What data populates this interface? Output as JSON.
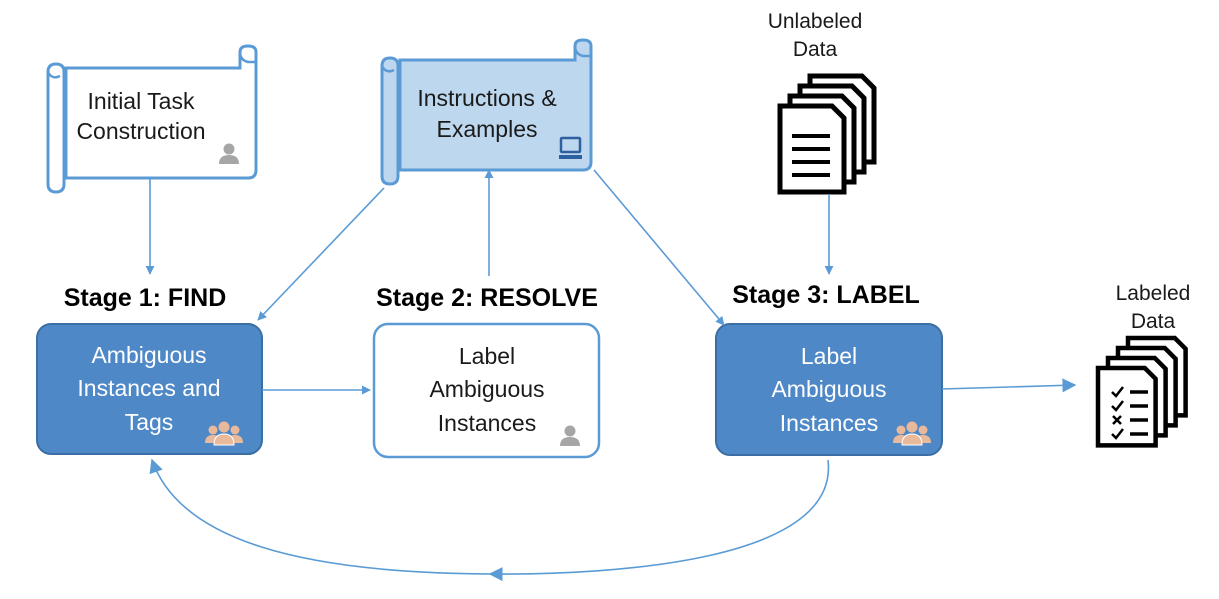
{
  "scroll_initial": {
    "line1": "Initial Task",
    "line2": "Construction"
  },
  "scroll_instructions": {
    "line1": "Instructions &",
    "line2": "Examples"
  },
  "unlabeled": {
    "line1": "Unlabeled",
    "line2": "Data"
  },
  "labeled": {
    "line1": "Labeled",
    "line2": "Data"
  },
  "stage1": {
    "title": "Stage 1: FIND",
    "line1": "Ambiguous",
    "line2": "Instances and",
    "line3": "Tags"
  },
  "stage2": {
    "title": "Stage 2: RESOLVE",
    "line1": "Label",
    "line2": "Ambiguous",
    "line3": "Instances"
  },
  "stage3": {
    "title": "Stage 3: LABEL",
    "line1": "Label",
    "line2": "Ambiguous",
    "line3": "Instances"
  },
  "colors": {
    "accent": "#5b9bd5",
    "box_fill": "#4e88c7",
    "scroll_fill": "#bdd7ee",
    "people": "#e8b99a",
    "person_gray": "#a6a6a6"
  },
  "icons": [
    "person-icon",
    "computer-icon",
    "people-group-icon",
    "document-stack-icon",
    "checklist-stack-icon"
  ]
}
